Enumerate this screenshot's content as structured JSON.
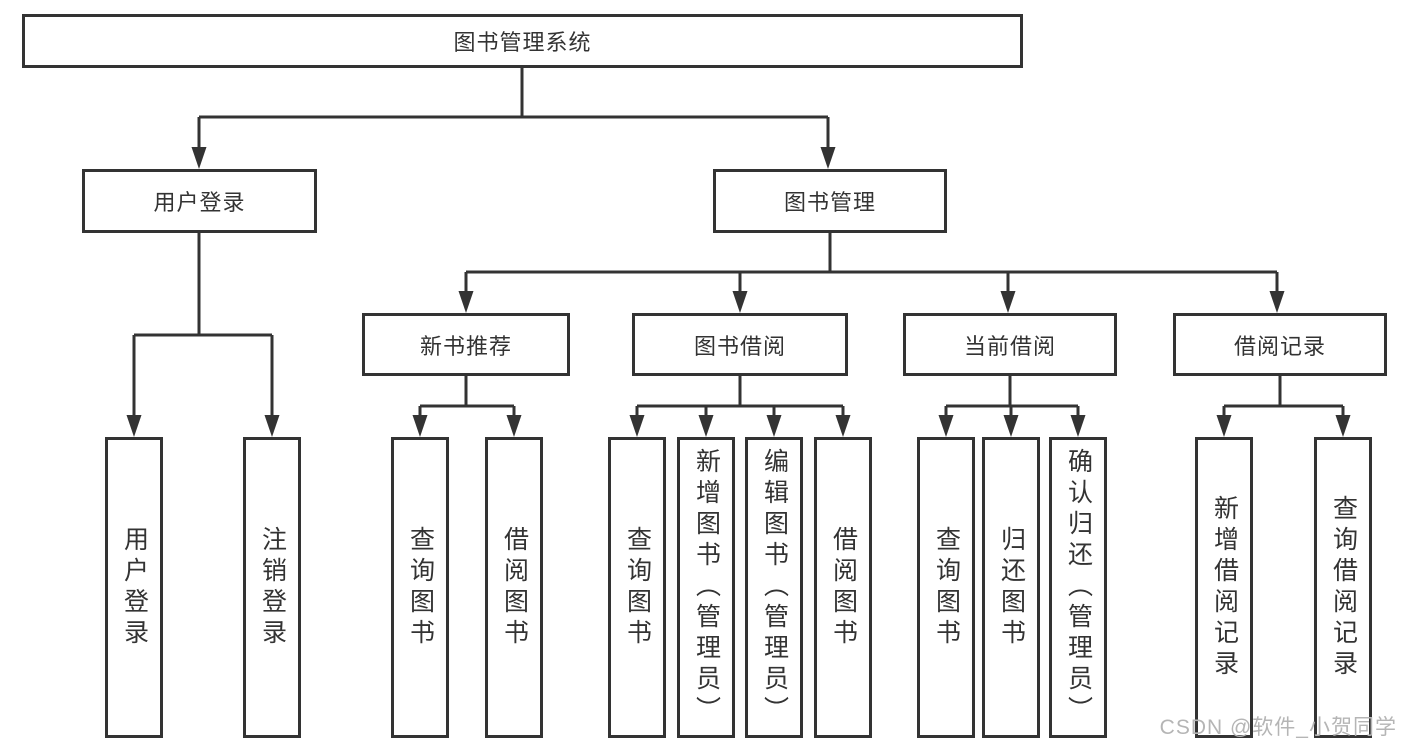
{
  "diagram": {
    "root": {
      "label": "图书管理系统"
    },
    "level2": [
      {
        "label": "用户登录"
      },
      {
        "label": "图书管理"
      }
    ],
    "level3": [
      {
        "label": "新书推荐"
      },
      {
        "label": "图书借阅"
      },
      {
        "label": "当前借阅"
      },
      {
        "label": "借阅记录"
      }
    ],
    "leaves": {
      "user_login": [
        {
          "label": "用户登录"
        },
        {
          "label": "注销登录"
        }
      ],
      "new_book": [
        {
          "label": "查询图书"
        },
        {
          "label": "借阅图书"
        }
      ],
      "book_borrow": [
        {
          "label": "查询图书"
        },
        {
          "label": "新增图书（管理员）"
        },
        {
          "label": "编辑图书（管理员）"
        },
        {
          "label": "借阅图书"
        }
      ],
      "current_borrow": [
        {
          "label": "查询图书"
        },
        {
          "label": "归还图书"
        },
        {
          "label": "确认归还（管理员）"
        }
      ],
      "borrow_record": [
        {
          "label": "新增借阅记录"
        },
        {
          "label": "查询借阅记录"
        }
      ]
    }
  },
  "watermark": {
    "text": "CSDN @软件_小贺同学"
  },
  "colors": {
    "line": "#333333",
    "text": "#333333",
    "background": "#ffffff",
    "watermark": "#b5b5b5"
  }
}
